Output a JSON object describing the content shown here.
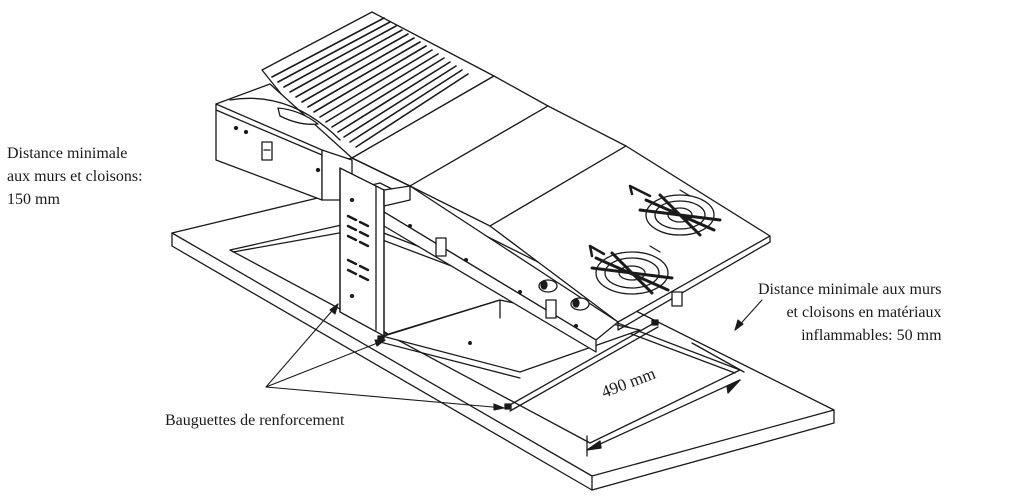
{
  "labels": {
    "wall_distance_150": [
      "Distance minimale",
      "aux murs et cloisons:",
      "150 mm"
    ],
    "wall_distance_50": [
      "Distance minimale aux murs",
      "et cloisons en matériaux",
      "inflammables: 50 mm"
    ],
    "reinforcement_bars": "Bauguettes de renforcement",
    "dimension_490": "490 mm"
  },
  "colors": {
    "line": "#1a1a1a",
    "background": "#ffffff"
  }
}
